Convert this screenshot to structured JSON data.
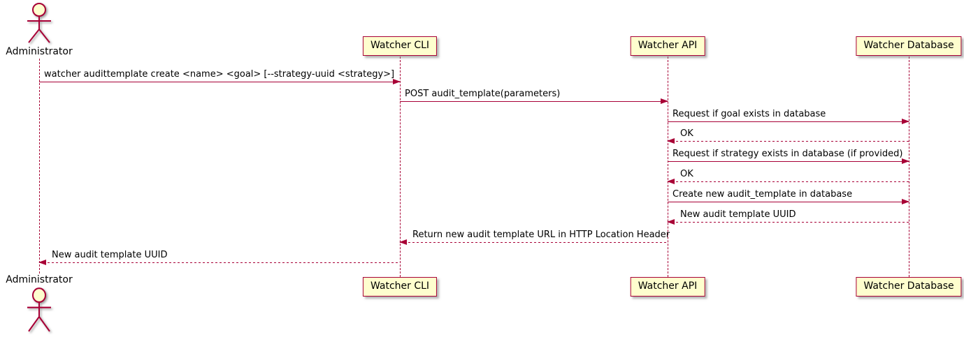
{
  "colors": {
    "line": "#A80036",
    "box_fill": "#FEFECE",
    "text": "#000000"
  },
  "actor": {
    "label": "Administrator"
  },
  "participants": [
    {
      "label": "Watcher CLI"
    },
    {
      "label": "Watcher API"
    },
    {
      "label": "Watcher Database"
    }
  ],
  "messages": [
    {
      "label": "watcher audittemplate create <name> <goal> [--strategy-uuid <strategy>]",
      "from": "Administrator",
      "to": "Watcher CLI",
      "line": "solid",
      "direction": "right"
    },
    {
      "label": "POST audit_template(parameters)",
      "from": "Watcher CLI",
      "to": "Watcher API",
      "line": "solid",
      "direction": "right"
    },
    {
      "label": "Request if goal exists in database",
      "from": "Watcher API",
      "to": "Watcher Database",
      "line": "solid",
      "direction": "right"
    },
    {
      "label": "OK",
      "from": "Watcher Database",
      "to": "Watcher API",
      "line": "dashed",
      "direction": "left"
    },
    {
      "label": "Request if strategy exists in database (if provided)",
      "from": "Watcher API",
      "to": "Watcher Database",
      "line": "solid",
      "direction": "right"
    },
    {
      "label": "OK",
      "from": "Watcher Database",
      "to": "Watcher API",
      "line": "dashed",
      "direction": "left"
    },
    {
      "label": "Create new audit_template in database",
      "from": "Watcher API",
      "to": "Watcher Database",
      "line": "solid",
      "direction": "right"
    },
    {
      "label": "New audit template UUID",
      "from": "Watcher Database",
      "to": "Watcher API",
      "line": "dashed",
      "direction": "left"
    },
    {
      "label": "Return new audit template URL in HTTP Location Header",
      "from": "Watcher API",
      "to": "Watcher CLI",
      "line": "dashed",
      "direction": "left"
    },
    {
      "label": "New audit template UUID",
      "from": "Watcher CLI",
      "to": "Administrator",
      "line": "dashed",
      "direction": "left"
    }
  ]
}
